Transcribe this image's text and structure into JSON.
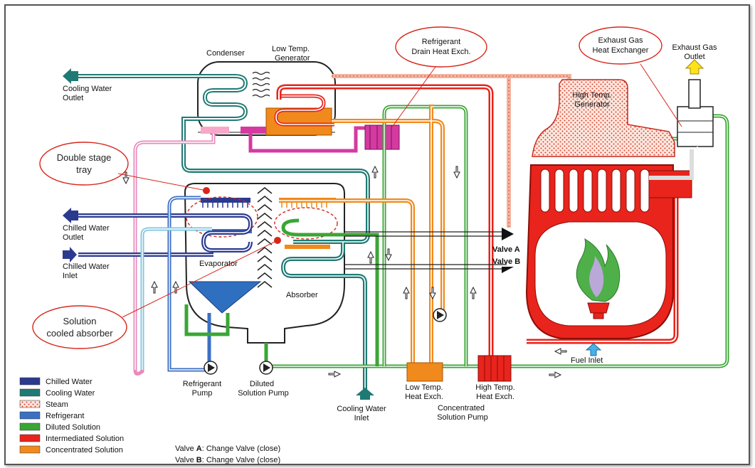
{
  "labels": {
    "condenser": "Condenser",
    "low_temp_generator_1": "Low Temp.",
    "low_temp_generator_2": "Generator",
    "refrigerant_drain_1": "Refrigerant",
    "refrigerant_drain_2": "Drain Heat Exch.",
    "exhaust_hx_1": "Exhaust Gas",
    "exhaust_hx_2": "Heat Exchanger",
    "exhaust_outlet_1": "Exhaust Gas",
    "exhaust_outlet_2": "Outlet",
    "high_temp_generator_1": "High Temp.",
    "high_temp_generator_2": "Generator",
    "cooling_water_outlet_1": "Cooling Water",
    "cooling_water_outlet_2": "Outlet",
    "double_stage_tray_1": "Double stage",
    "double_stage_tray_2": "tray",
    "chilled_water_outlet_1": "Chilled Water",
    "chilled_water_outlet_2": "Outlet",
    "chilled_water_inlet_1": "Chilled Water",
    "chilled_water_inlet_2": "Inlet",
    "evaporator": "Evaporator",
    "absorber": "Absorber",
    "solution_cooled_1": "Solution",
    "solution_cooled_2": "cooled absorber",
    "valve_a": "Valve A",
    "valve_b": "Valve B",
    "fuel_inlet": "Fuel Inlet",
    "refrigerant_pump_1": "Refrigerant",
    "refrigerant_pump_2": "Pump",
    "diluted_pump_1": "Diluted",
    "diluted_pump_2": "Solution Pump",
    "cooling_water_inlet_1": "Cooling Water",
    "cooling_water_inlet_2": "Inlet",
    "low_temp_hx_1": "Low Temp.",
    "low_temp_hx_2": "Heat Exch.",
    "high_temp_hx_1": "High Temp.",
    "high_temp_hx_2": "Heat Exch.",
    "concentrated_pump_1": "Concentrated",
    "concentrated_pump_2": "Solution Pump"
  },
  "legend": [
    {
      "label": "Chilled Water",
      "color": "#2b3a8f"
    },
    {
      "label": "Cooling Water",
      "color": "#1f7a74"
    },
    {
      "label": "Steam",
      "color": "#f3b3a0"
    },
    {
      "label": "Refrigerant",
      "color": "#3b6fc4"
    },
    {
      "label": "Diluted Solution",
      "color": "#3aa635"
    },
    {
      "label": "Intermediated Solution",
      "color": "#e8241c"
    },
    {
      "label": "Concentrated  Solution",
      "color": "#f08a1c"
    }
  ],
  "valve_notes": [
    {
      "prefix": "Valve ",
      "letter": "A",
      "text": ": Change Valve (close)"
    },
    {
      "prefix": "Valve ",
      "letter": "B",
      "text": ": Change Valve (close)"
    }
  ]
}
